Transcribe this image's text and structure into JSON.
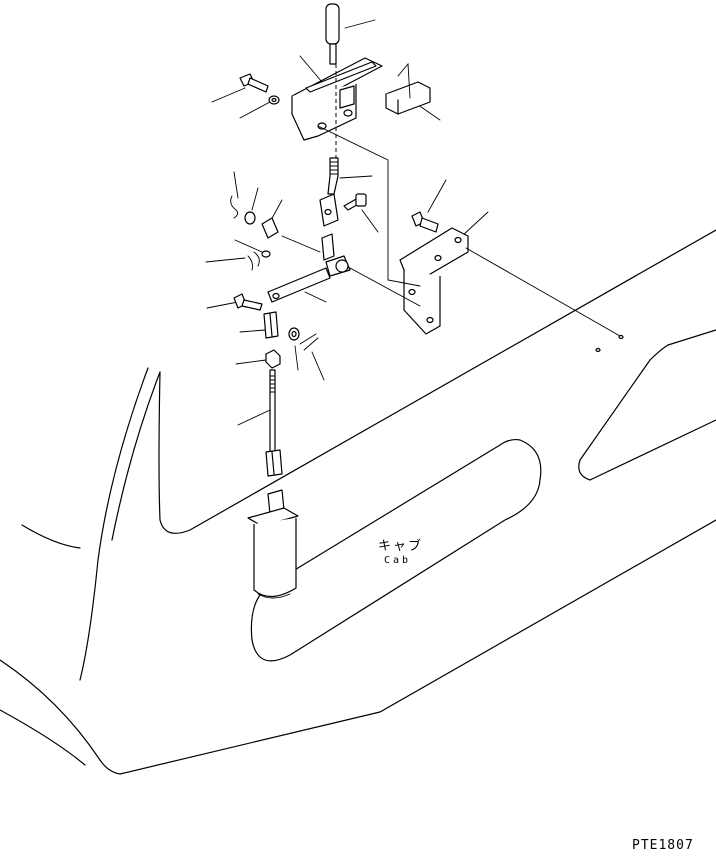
{
  "labels": {
    "cab_japanese": "キャブ",
    "cab_english": "Cab",
    "drawing_code": "PTE1807"
  }
}
